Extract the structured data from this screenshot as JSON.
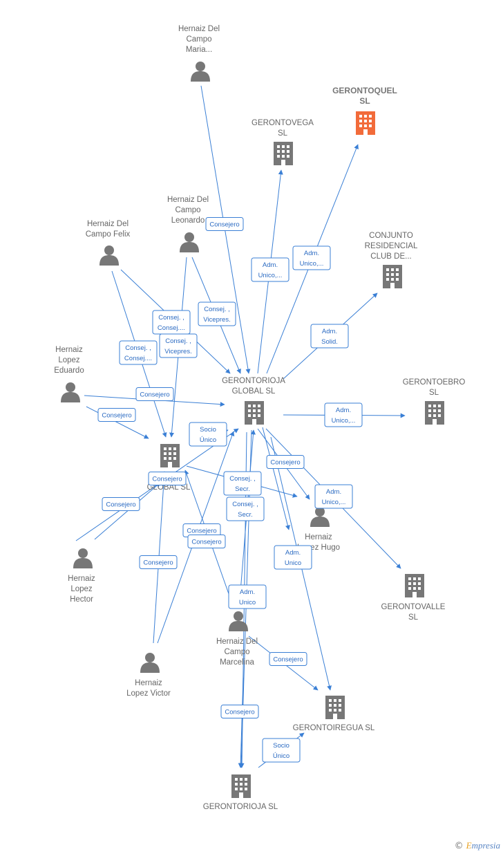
{
  "colors": {
    "edge": "#3a7fd5",
    "company": "#777777",
    "person": "#777777",
    "highlight": "#f26b3a"
  },
  "nodes": [
    {
      "id": "maria",
      "type": "person",
      "label": [
        "Hernaiz Del",
        "Campo",
        "Maria..."
      ]
    },
    {
      "id": "quel",
      "type": "company",
      "highlight": true,
      "label": [
        "GERONTOQUEL",
        "SL"
      ]
    },
    {
      "id": "vega",
      "type": "company",
      "label": [
        "GERONTOVEGA",
        "SL"
      ]
    },
    {
      "id": "leonardo",
      "type": "person",
      "label": [
        "Hernaiz Del",
        "Campo",
        "Leonardo"
      ]
    },
    {
      "id": "felix",
      "type": "person",
      "label": [
        "Hernaiz Del",
        "Campo Felix"
      ]
    },
    {
      "id": "conjunto",
      "type": "company",
      "label": [
        "CONJUNTO",
        "RESIDENCIAL",
        "CLUB DE..."
      ]
    },
    {
      "id": "eduardo",
      "type": "person",
      "label": [
        "Hernaiz",
        "Lopez",
        "Eduardo"
      ]
    },
    {
      "id": "global",
      "type": "company",
      "label": [
        "GERONTORIOJA",
        "GLOBAL SL"
      ]
    },
    {
      "id": "ebro",
      "type": "company",
      "label": [
        "GERONTOEBRO",
        "SL"
      ]
    },
    {
      "id": "global2",
      "type": "company",
      "label": [
        "GLOBAL SL"
      ]
    },
    {
      "id": "hugo",
      "type": "person",
      "label": [
        "Hernaiz",
        "Lopez Hugo"
      ]
    },
    {
      "id": "hector",
      "type": "person",
      "label": [
        "Hernaiz",
        "Lopez",
        "Hector"
      ]
    },
    {
      "id": "valle",
      "type": "company",
      "label": [
        "GERONTOVALLE",
        "SL"
      ]
    },
    {
      "id": "marcelina",
      "type": "person",
      "label": [
        "Hernaiz Del",
        "Campo",
        "Marcelina"
      ]
    },
    {
      "id": "victor",
      "type": "person",
      "label": [
        "Hernaiz",
        "Lopez Victor"
      ]
    },
    {
      "id": "iregua",
      "type": "company",
      "label": [
        "GERONTOIREGUA SL"
      ]
    },
    {
      "id": "rioja",
      "type": "company",
      "label": [
        "GERONTORIOJA SL"
      ]
    }
  ],
  "badges": [
    [
      "Consejero"
    ],
    [
      "Adm.",
      "Unico,..."
    ],
    [
      "Adm.",
      "Unico,..."
    ],
    [
      "Consej. ,",
      "Vicepres."
    ],
    [
      "Consej. ,",
      "Consej...."
    ],
    [
      "Consej. ,",
      "Consej...."
    ],
    [
      "Consej. ,",
      "Vicepres."
    ],
    [
      "Adm.",
      "Solid."
    ],
    [
      "Consejero"
    ],
    [
      "Consejero"
    ],
    [
      "Adm.",
      "Unico,..."
    ],
    [
      "Socio",
      "Único"
    ],
    [
      "Consej. ,",
      "Secr."
    ],
    [
      "Consejero"
    ],
    [
      "Consej. ,",
      "Secr."
    ],
    [
      "Adm.",
      "Unico,..."
    ],
    [
      "Consejero"
    ],
    [
      "Consejero"
    ],
    [
      "Consejero"
    ],
    [
      "Consejero"
    ],
    [
      "Consejero"
    ],
    [
      "Adm.",
      "Unico"
    ],
    [
      "Adm.",
      "Unico"
    ],
    [
      "Consejero"
    ],
    [
      "Consejero"
    ],
    [
      "Socio",
      "Único"
    ]
  ],
  "footer": {
    "copyright": "©",
    "brand_first": "E",
    "brand_rest": "mpresia"
  }
}
